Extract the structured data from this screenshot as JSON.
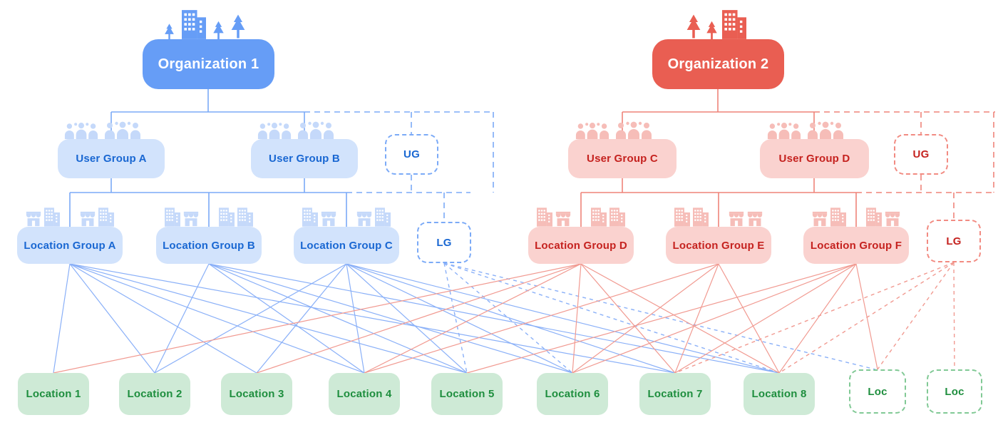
{
  "organizations": [
    {
      "label": "Organization 1"
    },
    {
      "label": "Organization 2"
    }
  ],
  "user_groups": [
    {
      "label": "User Group A"
    },
    {
      "label": "User Group B"
    },
    {
      "label": "User Group C"
    },
    {
      "label": "User Group D"
    }
  ],
  "user_group_placeholder": "UG",
  "location_groups": [
    {
      "label": "Location Group A"
    },
    {
      "label": "Location Group B"
    },
    {
      "label": "Location Group C"
    },
    {
      "label": "Location Group D"
    },
    {
      "label": "Location Group E"
    },
    {
      "label": "Location Group F"
    }
  ],
  "location_group_placeholder": "LG",
  "locations": [
    {
      "label": "Location 1"
    },
    {
      "label": "Location 2"
    },
    {
      "label": "Location 3"
    },
    {
      "label": "Location 4"
    },
    {
      "label": "Location 5"
    },
    {
      "label": "Location 6"
    },
    {
      "label": "Location 7"
    },
    {
      "label": "Location 8"
    }
  ],
  "location_placeholder": "Loc",
  "colors": {
    "org1_fill": "#669df6",
    "org2_fill": "#e95e52",
    "blue_group_fill": "#d2e3fc",
    "blue_text": "#1967d2",
    "red_group_fill": "#fad2cf",
    "red_text": "#c5221f",
    "green_fill": "#ceead6",
    "green_text": "#1e8e3e",
    "green_dash_border": "#81c995",
    "blue_line": "#7baaf7",
    "red_line": "#ef8379"
  },
  "hierarchy": {
    "org1_children": [
      "User Group A",
      "User Group B",
      "UG"
    ],
    "org2_children": [
      "User Group C",
      "User Group D",
      "UG"
    ],
    "org1_location_groups": [
      "Location Group A",
      "Location Group B",
      "Location Group C",
      "LG"
    ],
    "org2_location_groups": [
      "Location Group D",
      "Location Group E",
      "Location Group F",
      "LG"
    ]
  },
  "location_group_assignments": {
    "Location Group A": [
      "Location 1",
      "Location 2",
      "Location 3",
      "Location 4",
      "Location 5",
      "Location 7"
    ],
    "Location Group B": [
      "Location 2",
      "Location 4",
      "Location 5",
      "Location 6",
      "Location 8"
    ],
    "Location Group C": [
      "Location 2",
      "Location 3",
      "Location 4",
      "Location 5",
      "Location 6",
      "Location 7",
      "Location 8"
    ],
    "Location Group D": [
      "Location 1",
      "Location 3",
      "Location 4",
      "Location 6",
      "Location 7",
      "Location 8"
    ],
    "Location Group E": [
      "Location 4",
      "Location 6",
      "Location 7",
      "Location 8"
    ],
    "Location Group F": [
      "Location 5",
      "Location 6",
      "Location 7",
      "Location 8",
      "Loc"
    ],
    "LG (blue placeholder)": [
      "Location 5",
      "Location 6",
      "Location 8",
      "Loc"
    ],
    "LG (red placeholder)": [
      "Location 7",
      "Location 8",
      "Loc",
      "Loc"
    ]
  }
}
